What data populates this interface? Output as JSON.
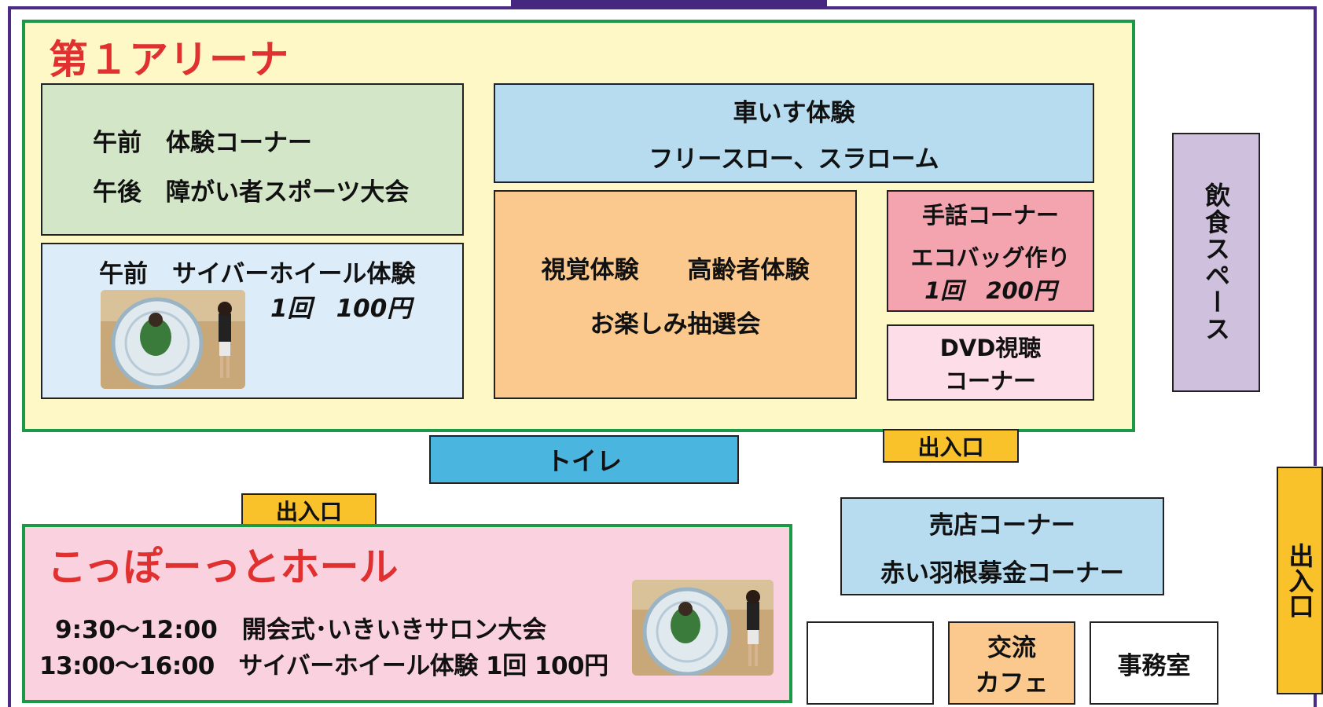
{
  "colors": {
    "outer_wall": "#4a2a86",
    "arena_border": "#1a9a44",
    "arena_fill": "#fdf8c6",
    "title_red": "#e03030",
    "green_box": "#d3e6c7",
    "light_blue_box": "#dcecf8",
    "sky_box": "#b7dcef",
    "orange_box": "#fbc98d",
    "pink_box": "#f4a4ae",
    "light_pink_box": "#fcdde8",
    "lavender_box": "#cfc1de",
    "toilet_blue": "#4ab6e0",
    "entrance_yellow": "#f9c22b",
    "hall_pink": "#fad2df"
  },
  "arena": {
    "title": "第１アリーナ",
    "green_line1": "午前　体験コーナー",
    "green_line2": "午後　障がい者スポーツ大会",
    "cyber_line1": "午前　サイバーホイール体験",
    "cyber_line2": "1回　100円",
    "cyber_photo_icon": "cyber-wheel-photo",
    "wheelchair_line1": "車いす体験",
    "wheelchair_line2": "フリースロー、スラローム",
    "orange_line1": "視覚体験　　高齢者体験",
    "orange_line2": "お楽しみ抽選会",
    "sign_line1": "手話コーナー",
    "sign_line2": "エコバッグ作り",
    "sign_line3": "1回　200円",
    "dvd_line1": "DVD視聴",
    "dvd_line2": "コーナー"
  },
  "dining_label": "飲食スペース",
  "toilet_label": "トイレ",
  "entrance_arena": "出入口",
  "entrance_hall": "出入口",
  "entrance_right": "出入口",
  "hall": {
    "title": "こっぽーっとホール",
    "line1": "9:30～12:00　開会式･いきいきサロン大会",
    "line2": "13:00～16:00　サイバーホイール体験 1回 100円",
    "photo_icon": "cyber-wheel-photo"
  },
  "shop_line1": "売店コーナー",
  "shop_line2": "赤い羽根募金コーナー",
  "cafe_line1": "交流",
  "cafe_line2": "カフェ",
  "office_label": "事務室"
}
